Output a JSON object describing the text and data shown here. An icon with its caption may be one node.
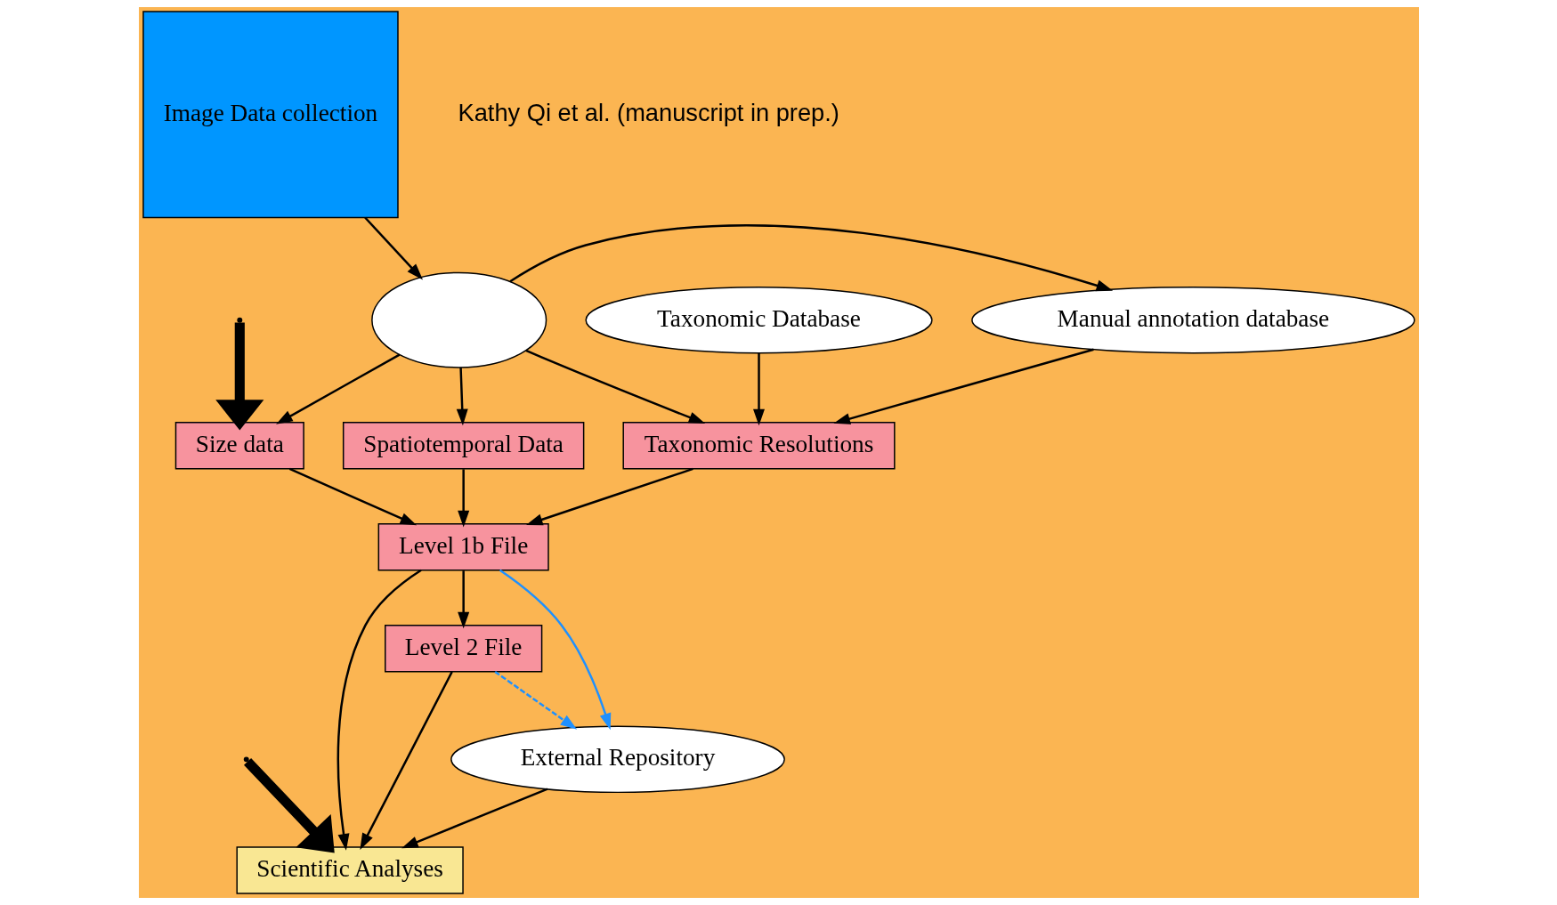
{
  "diagram": {
    "nodes": [
      {
        "text": [],
        "shape": "cloud"
      },
      {
        "text": [
          "Manual annotation database"
        ]
      },
      {
        "text": [
          "Taxonomic Database"
        ]
      },
      {
        "text": [
          "Image Data collection"
        ]
      },
      {
        "text": [
          "Spatiotemporal Data"
        ]
      },
      {
        "text": [
          "Taxonomic Resolutions"
        ]
      },
      {
        "text": [
          "Size data"
        ]
      },
      {
        "text": [
          "Level 1b File"
        ]
      },
      {
        "text": [
          "Scientific Analyses"
        ]
      },
      {
        "text": [
          "Level 2 File"
        ]
      },
      {
        "text": [
          "External Repository"
        ]
      }
    ],
    "edges": [
      {
        "from": 3,
        "to": 0,
        "arrow": "to"
      },
      {
        "from": 0,
        "to": 1,
        "arrow": "to"
      },
      {
        "from": 0,
        "to": 4,
        "arrow": "to"
      },
      {
        "from": 0,
        "to": 5,
        "arrow": "to"
      },
      {
        "from": 0,
        "to": 6,
        "arrow": "to"
      },
      {
        "from": 1,
        "to": 5,
        "arrow": "to"
      },
      {
        "from": 2,
        "to": 5,
        "arrow": "to"
      },
      {
        "from": 4,
        "to": 7,
        "arrow": "to"
      },
      {
        "from": 5,
        "to": 7,
        "arrow": "to"
      },
      {
        "from": 6,
        "to": 7,
        "arrow": "to"
      },
      {
        "from": 7,
        "to": 8,
        "arrow": "to"
      },
      {
        "from": 7,
        "to": 10,
        "arrow": "to",
        "color": "#1e90ff"
      },
      {
        "from": 7,
        "to": 9,
        "arrow": "to"
      },
      {
        "from": 9,
        "to": 8,
        "arrow": "to"
      },
      {
        "from": 10,
        "to": 8,
        "arrow": "to"
      },
      {
        "from": 9,
        "to": 10,
        "arrow": "to",
        "style": "dashed",
        "color": "#1e90ff"
      },
      {
        "from": null,
        "to": 6,
        "arrow": "to",
        "style": "thick"
      },
      {
        "from": null,
        "to": 8,
        "arrow": "to",
        "style": "thick"
      }
    ],
    "labels": [
      "Kathy Qi et al. (manuscript in prep.)"
    ]
  }
}
